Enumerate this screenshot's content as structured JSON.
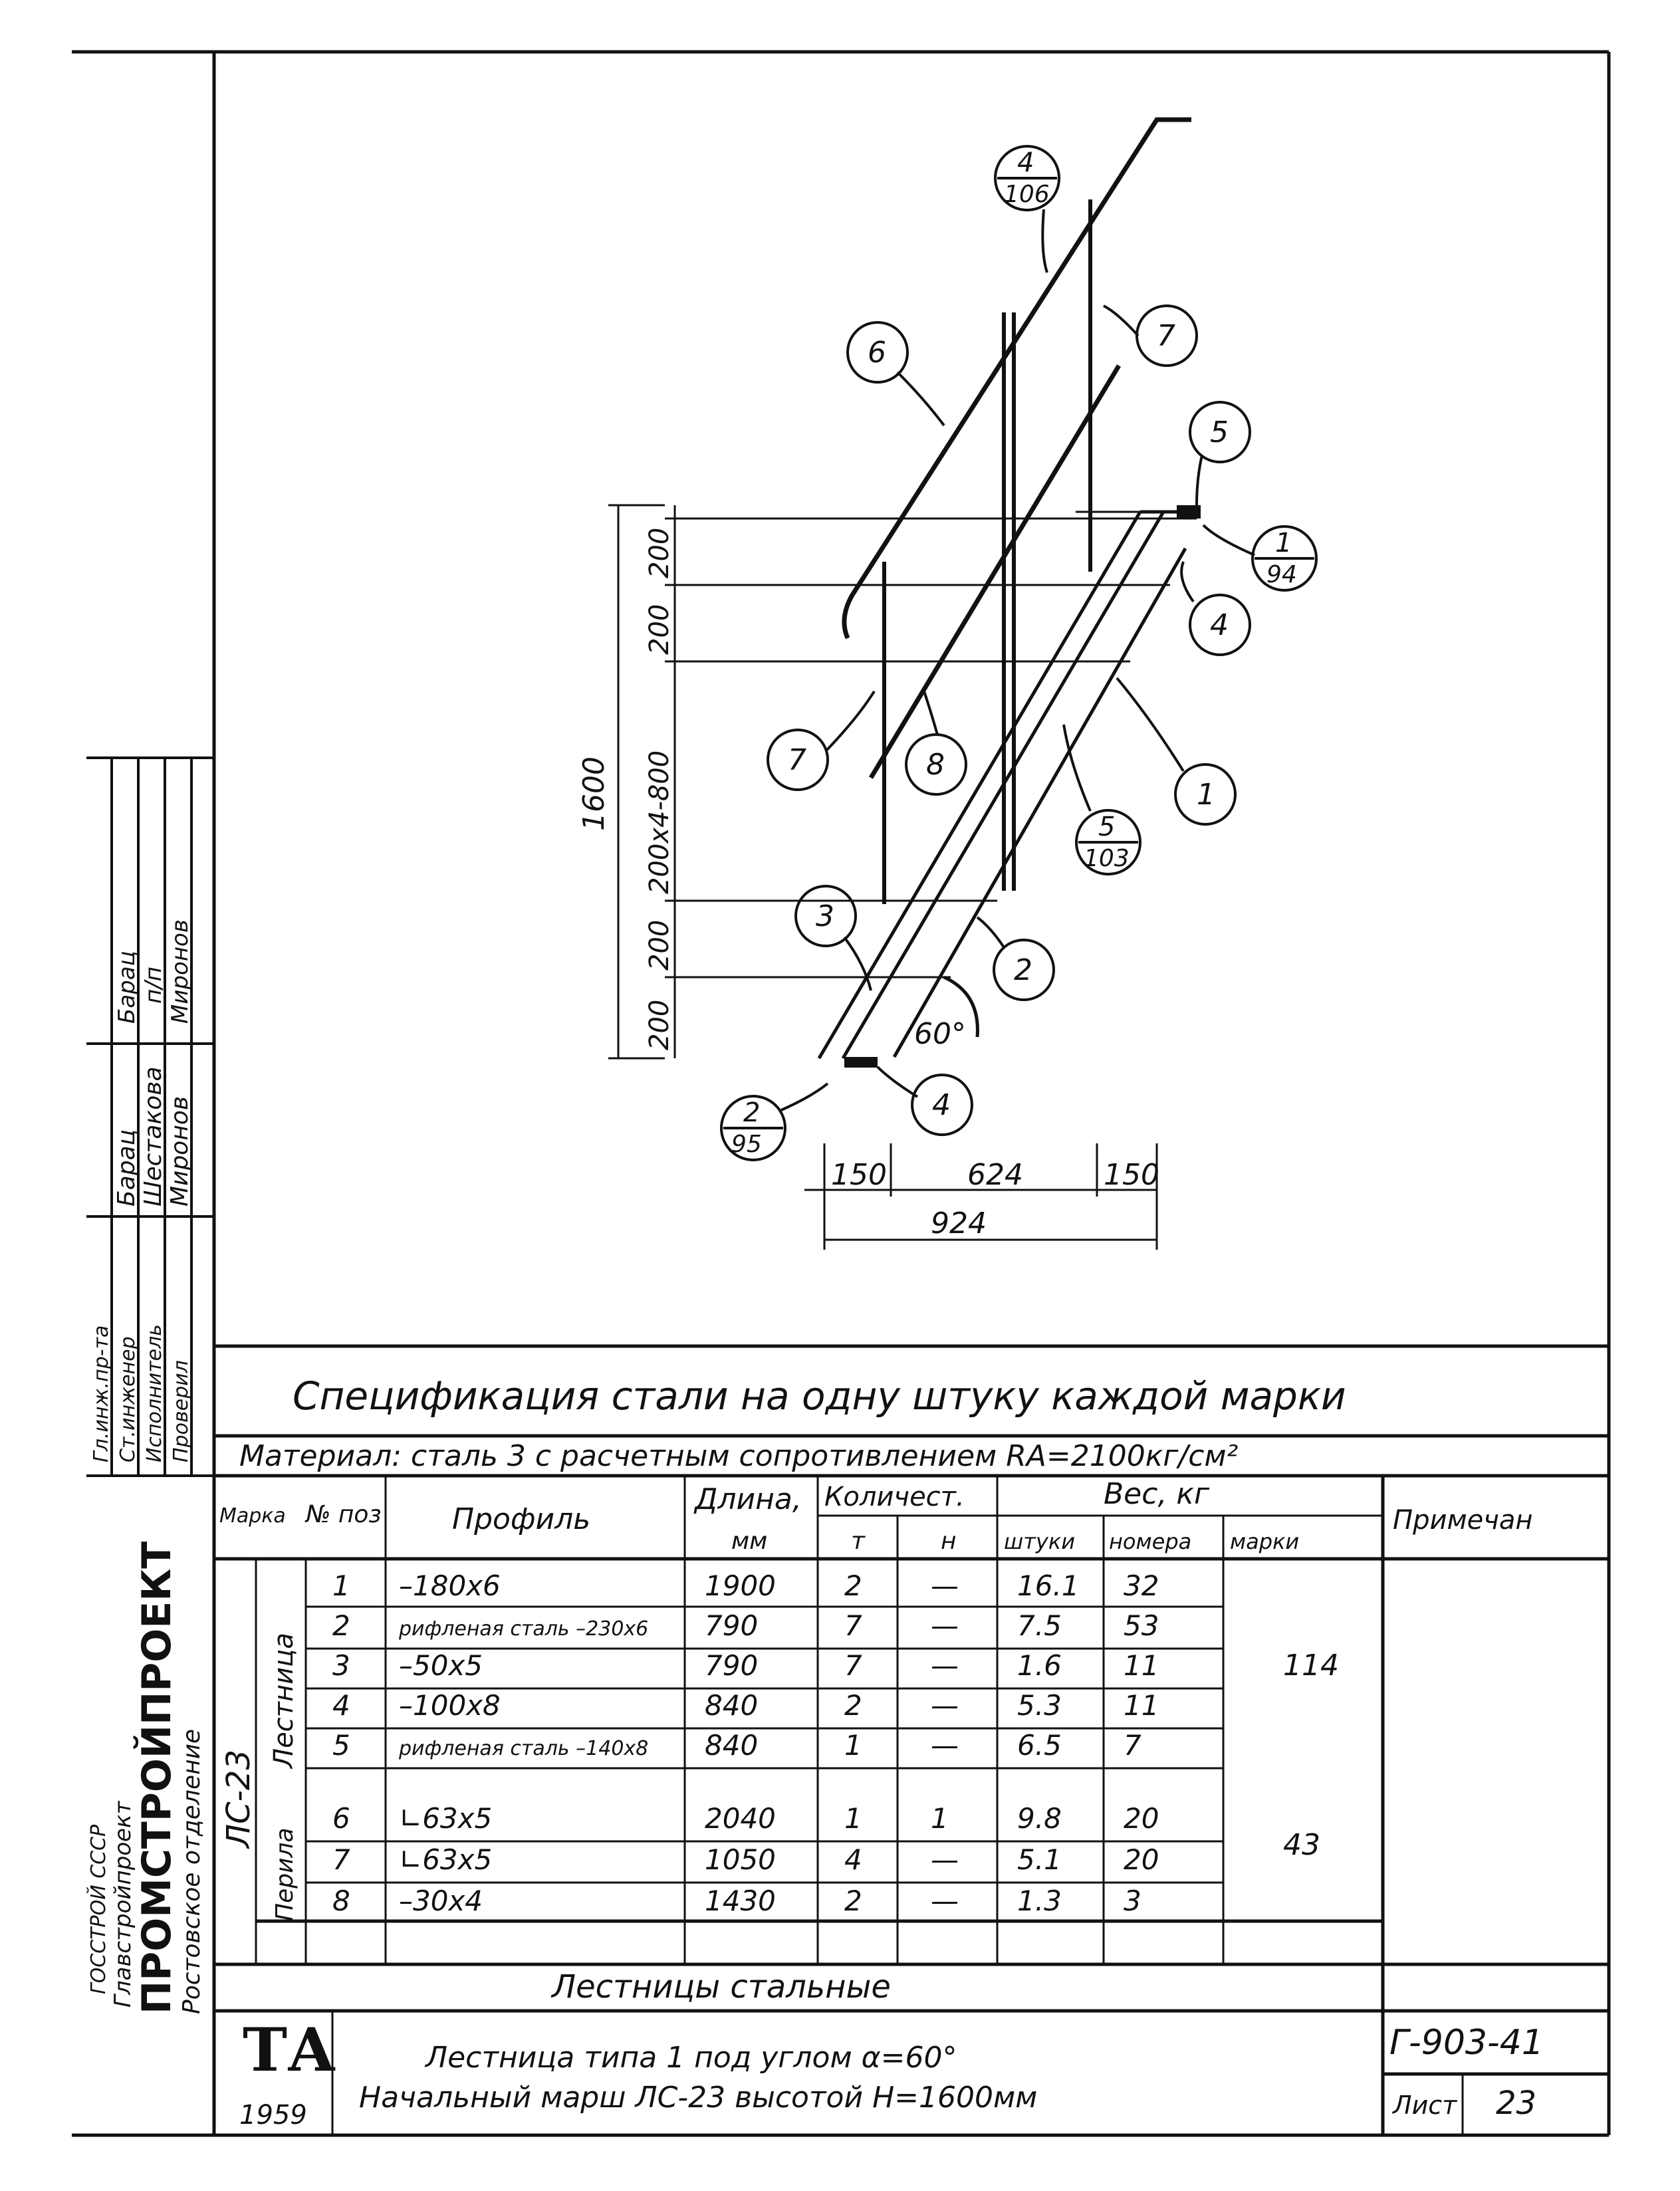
{
  "drawing": {
    "height_total": "1600",
    "height_dims": [
      "200",
      "200",
      "200x4-800",
      "200",
      "200"
    ],
    "bottom_dims": [
      "150",
      "624",
      "150"
    ],
    "overall_width": "924",
    "angle": "60°",
    "callouts": [
      {
        "label": "4",
        "sub": "106"
      },
      {
        "label": "6"
      },
      {
        "label": "7"
      },
      {
        "label": "5"
      },
      {
        "label": "1",
        "sub": "94"
      },
      {
        "label": "4"
      },
      {
        "label": "7"
      },
      {
        "label": "8"
      },
      {
        "label": "1"
      },
      {
        "label": "5",
        "sub": "103"
      },
      {
        "label": "3"
      },
      {
        "label": "2"
      },
      {
        "label": "4"
      },
      {
        "label": "2",
        "sub": "95"
      }
    ]
  },
  "side_stamp": {
    "org_top": "ГОССТРОЙ СССР",
    "org_sub": "Главстройпроект",
    "org_main": "ПРОМСТРОЙПРОЕКТ",
    "org_branch": "Ростовское отделение",
    "rows": [
      {
        "role": "Гл.инж.пр-та",
        "name": "",
        "sign": ""
      },
      {
        "role": "Ст.инженер",
        "name": "Барац",
        "sign": "Барац"
      },
      {
        "role": "Исполнитель",
        "name": "Шестакова",
        "sign": "п/п"
      },
      {
        "role": "Проверил",
        "name": "Миронов",
        "sign": "Миронов"
      }
    ]
  },
  "spec": {
    "title": "Спецификация стали на одну штуку каждой марки",
    "material": "Материал: сталь 3 с расчетным сопротивлением RА=2100кг/см²",
    "headers": {
      "marka": "Марка",
      "pos": "№ поз",
      "profile": "Профиль",
      "length": "Длина,",
      "length_unit": "мм",
      "qty": "Количест.",
      "qty_t": "т",
      "qty_n": "н",
      "weight": "Вес, кг",
      "w_piece": "штуки",
      "w_pos": "номера",
      "w_mark": "марки",
      "note": "Примечан"
    },
    "mark": "ЛС-23",
    "group1": "Лестница",
    "group2": "Перила",
    "group1_total": "114",
    "group2_total": "43",
    "rows1": [
      {
        "pos": "1",
        "profile": "–180x6",
        "length": "1900",
        "t": "2",
        "n": "—",
        "piece": "16.1",
        "pos_w": "32"
      },
      {
        "pos": "2",
        "profile": "рифленая сталь –230x6",
        "length": "790",
        "t": "7",
        "n": "—",
        "piece": "7.5",
        "pos_w": "53"
      },
      {
        "pos": "3",
        "profile": "–50x5",
        "length": "790",
        "t": "7",
        "n": "—",
        "piece": "1.6",
        "pos_w": "11"
      },
      {
        "pos": "4",
        "profile": "–100x8",
        "length": "840",
        "t": "2",
        "n": "—",
        "piece": "5.3",
        "pos_w": "11"
      },
      {
        "pos": "5",
        "profile": "рифленая сталь –140x8",
        "length": "840",
        "t": "1",
        "n": "—",
        "piece": "6.5",
        "pos_w": "7"
      }
    ],
    "rows2": [
      {
        "pos": "6",
        "profile": "∟63x5",
        "length": "2040",
        "t": "1",
        "n": "1",
        "piece": "9.8",
        "pos_w": "20"
      },
      {
        "pos": "7",
        "profile": "∟63x5",
        "length": "1050",
        "t": "4",
        "n": "—",
        "piece": "5.1",
        "pos_w": "20"
      },
      {
        "pos": "8",
        "profile": "–30x4",
        "length": "1430",
        "t": "2",
        "n": "—",
        "piece": "1.3",
        "pos_w": "3"
      }
    ]
  },
  "title_block": {
    "logo": "ТА",
    "year": "1959",
    "name": "Лестницы стальные",
    "description_1": "Лестница типа 1 под углом α=60°",
    "description_2": "Начальный марш ЛС-23 высотой Н=1600мм",
    "code": "Г-903-41",
    "sheet_label": "Лист",
    "sheet_no": "23"
  }
}
